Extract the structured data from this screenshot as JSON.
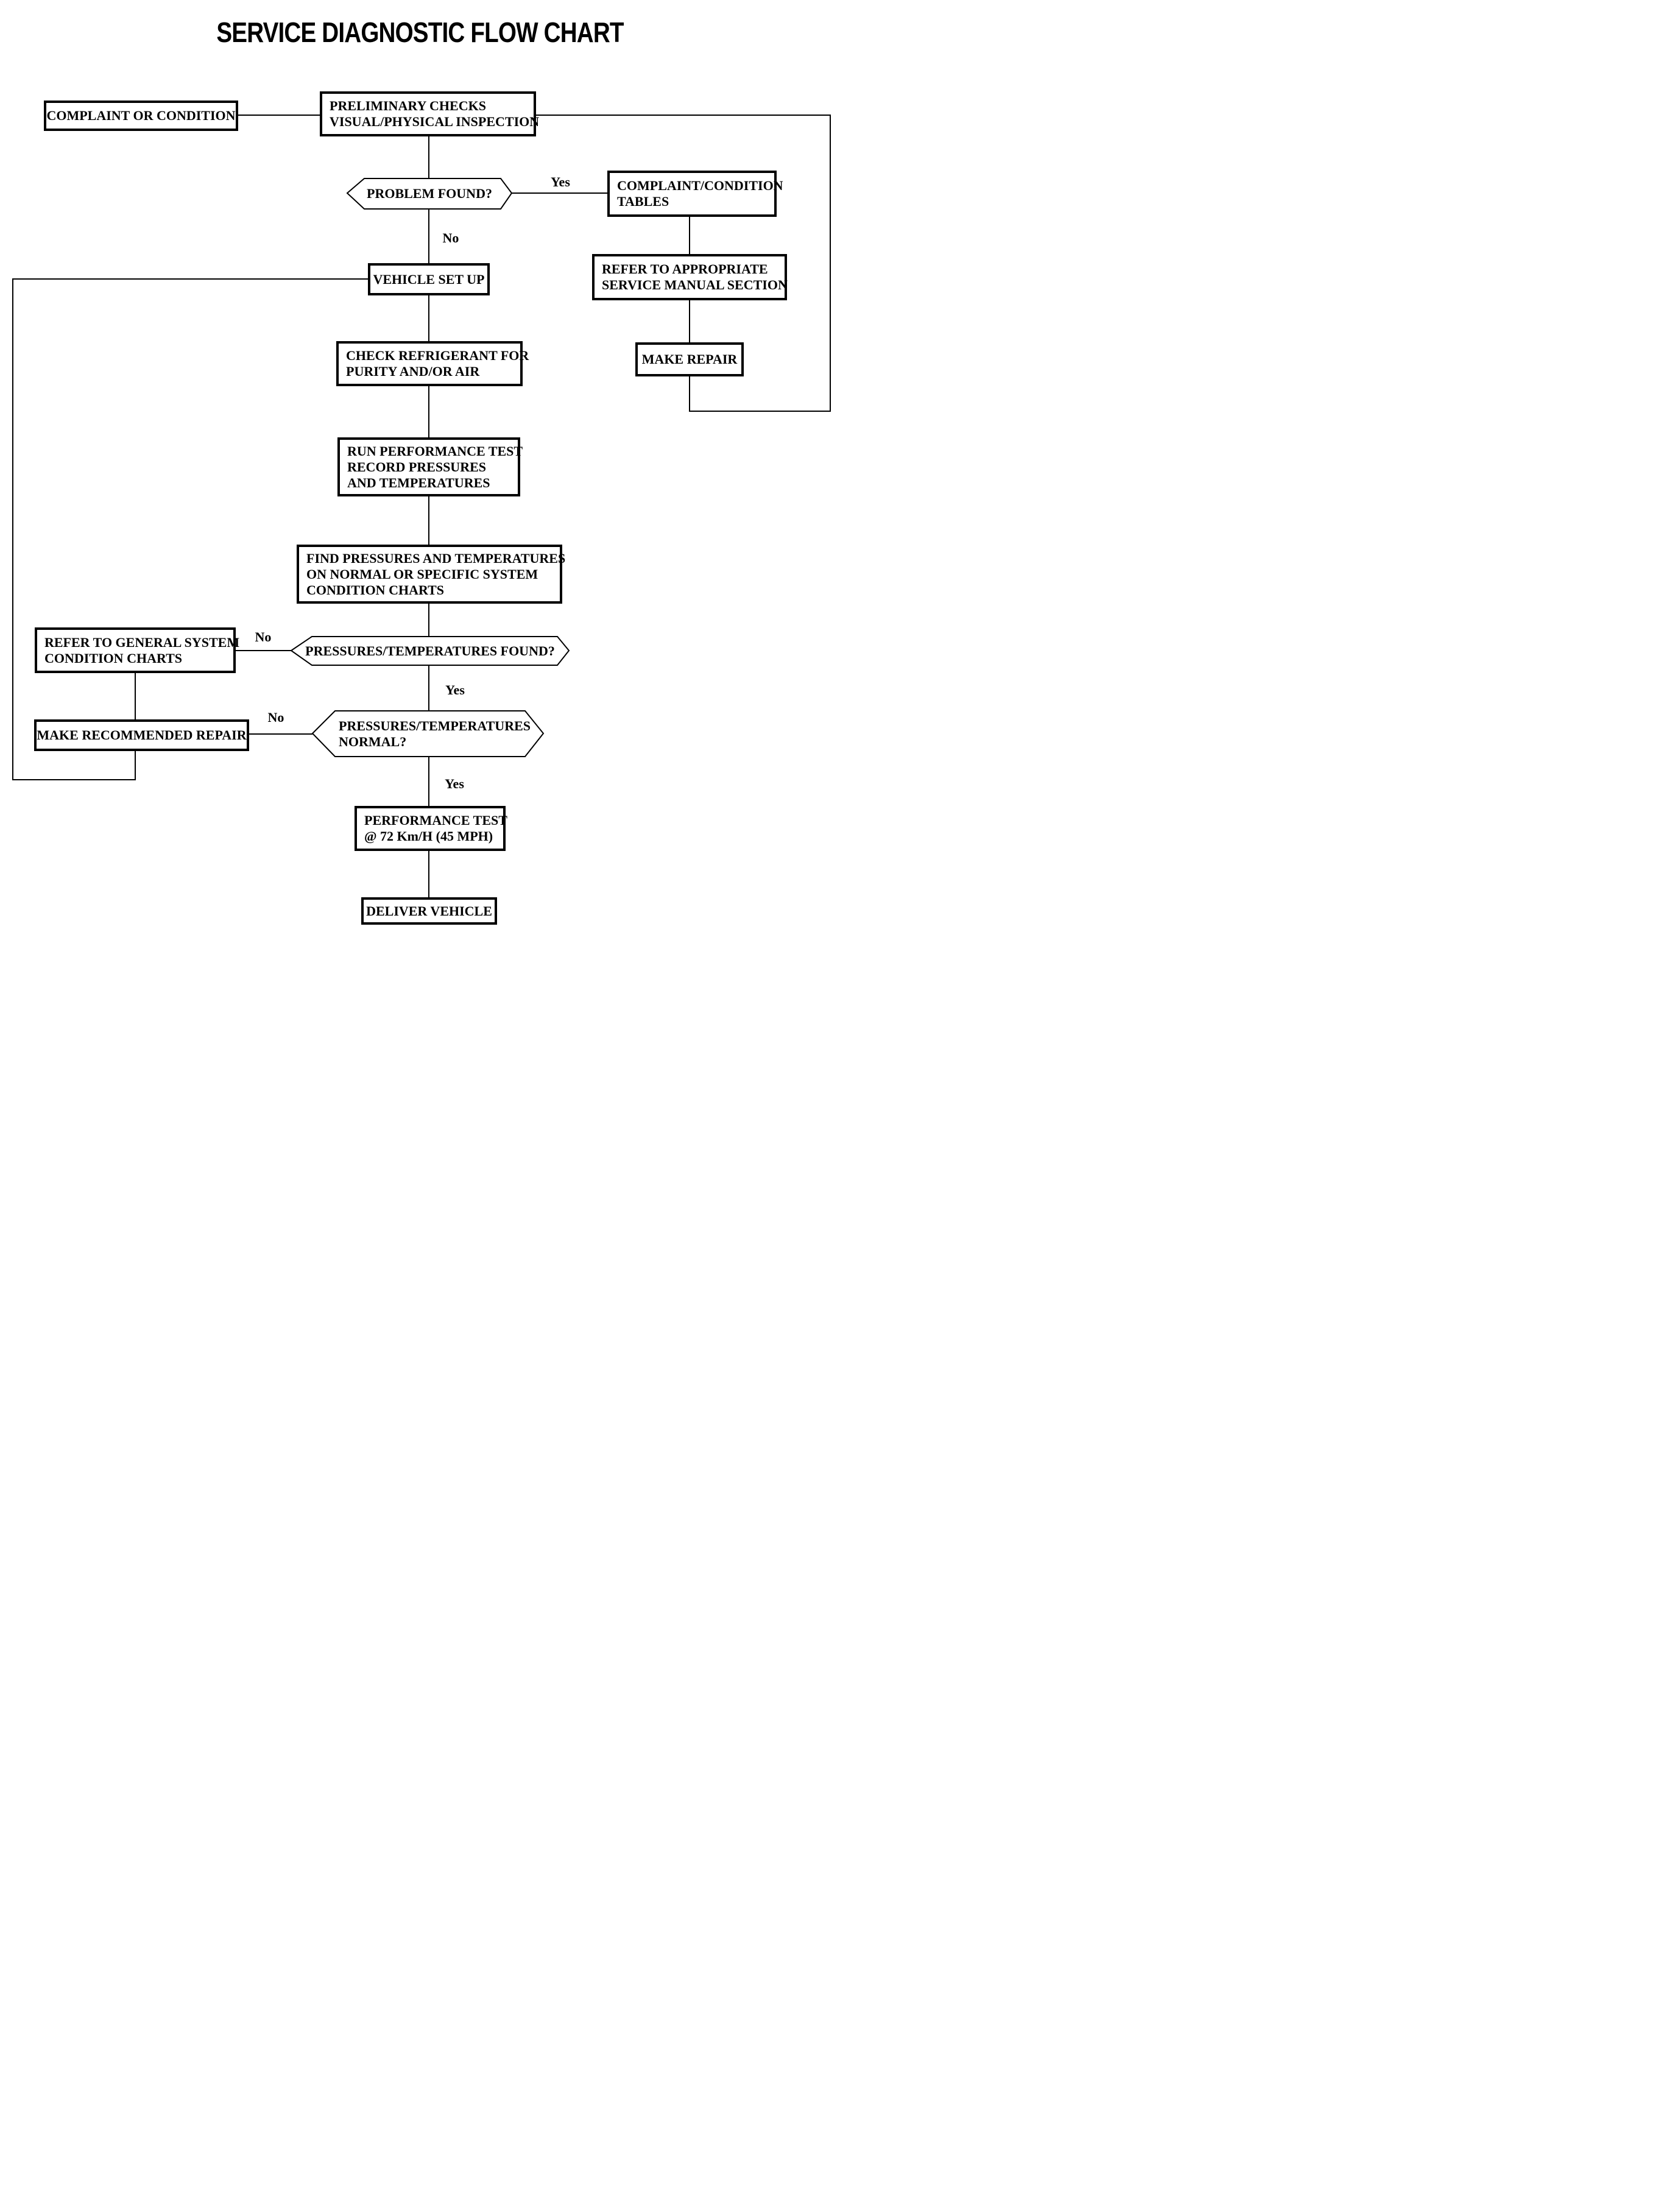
{
  "title": "SERVICE DIAGNOSTIC FLOW CHART",
  "diagram_type": "flowchart",
  "colors": {
    "line": "#000000",
    "background": "#ffffff",
    "text": "#000000"
  },
  "nodes": {
    "complaint_or_condition": {
      "label": "COMPLAINT OR CONDITION",
      "shape": "rect"
    },
    "preliminary_checks": {
      "label": "PRELIMINARY CHECKS\nVISUAL/PHYSICAL INSPECTION",
      "shape": "rect"
    },
    "problem_found": {
      "label": "PROBLEM FOUND?",
      "shape": "hexagon"
    },
    "complaint_condition_tables": {
      "label": "COMPLAINT/CONDITION\nTABLES",
      "shape": "rect"
    },
    "refer_service_manual": {
      "label": "REFER TO APPROPRIATE\nSERVICE MANUAL SECTION",
      "shape": "rect"
    },
    "make_repair": {
      "label": "MAKE REPAIR",
      "shape": "rect"
    },
    "vehicle_set_up": {
      "label": "VEHICLE SET UP",
      "shape": "rect"
    },
    "check_refrigerant": {
      "label": "CHECK REFRIGERANT FOR\nPURITY AND/OR AIR",
      "shape": "rect"
    },
    "run_performance_test": {
      "label": "RUN PERFORMANCE TEST\nRECORD PRESSURES\nAND TEMPERATURES",
      "shape": "rect"
    },
    "find_pressures": {
      "label": "FIND PRESSURES AND TEMPERATURES\nON NORMAL OR SPECIFIC SYSTEM\nCONDITION CHARTS",
      "shape": "rect"
    },
    "refer_general_charts": {
      "label": "REFER TO GENERAL SYSTEM\nCONDITION CHARTS",
      "shape": "rect"
    },
    "pressures_temperatures_found": {
      "label": "PRESSURES/TEMPERATURES FOUND?",
      "shape": "hexagon"
    },
    "make_recommended_repair": {
      "label": "MAKE RECOMMENDED REPAIR",
      "shape": "rect"
    },
    "pressures_temperatures_normal": {
      "label": "PRESSURES/TEMPERATURES\nNORMAL?",
      "shape": "hexagon"
    },
    "performance_test_72": {
      "label": "PERFORMANCE TEST\n@ 72 Km/H (45 MPH)",
      "shape": "rect"
    },
    "deliver_vehicle": {
      "label": "DELIVER VEHICLE",
      "shape": "rect"
    }
  },
  "edge_labels": {
    "problem_found_yes": "Yes",
    "problem_found_no": "No",
    "pressures_found_no": "No",
    "pressures_found_yes": "Yes",
    "pressures_normal_no": "No",
    "pressures_normal_yes": "Yes"
  }
}
